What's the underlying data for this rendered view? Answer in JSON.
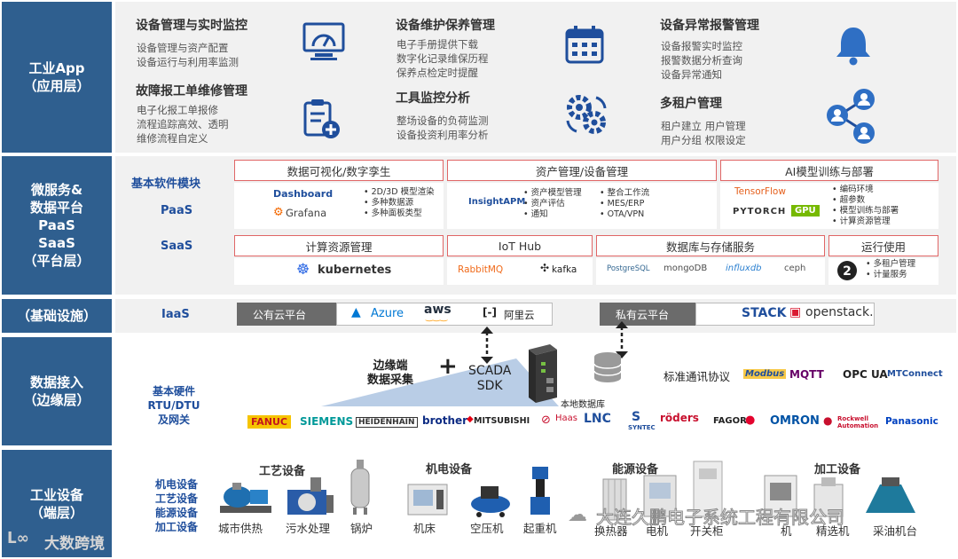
{
  "layers": {
    "app": "工业App\n（应用层）",
    "platform": "微服务&\n数据平台\nPaaS\nSaaS\n（平台层）",
    "infra": "（基础设施）",
    "edge": "数据接入\n（边缘层）",
    "device": "工业设备\n（端层）"
  },
  "apps": [
    {
      "title": "设备管理与实时监控",
      "lines": "设备管理与资产配置\n设备运行与利用率监测",
      "icon": "gauge-icon"
    },
    {
      "title": "设备维护保养管理",
      "lines": "电子手册提供下载\n数字化记录维保历程\n保养点检定时提醒",
      "icon": "calendar-icon"
    },
    {
      "title": "设备异常报警管理",
      "lines": "设备报警实时监控\n报警数据分析查询\n设备异常通知",
      "icon": "bell-icon"
    },
    {
      "title": "故障报工单维修管理",
      "lines": "电子化报工单报修\n流程追踪高效、透明\n维修流程自定义",
      "icon": "clipboard-icon"
    },
    {
      "title": "工具监控分析",
      "lines": "整场设备的负荷监测\n设备投资利用率分析",
      "icon": "gears-icon"
    },
    {
      "title": "多租户管理",
      "lines": "租户建立  用户管理\n用户分组  权限设定",
      "icon": "users-network-icon"
    }
  ],
  "platform": {
    "basic_modules": "基本软件模块",
    "paas": "PaaS",
    "saas": "SaaS",
    "viz": {
      "title": "数据可视化/数字孪生",
      "logos": [
        "Dashboard",
        "Grafana"
      ],
      "bullets": "•  2D/3D 模型渲染\n•  多种数据源\n•  多种面板类型"
    },
    "asset": {
      "title": "资产管理/设备管理",
      "logo": "InsightAPM",
      "bullets1": "•  资产模型管理\n•  资产评估\n•  通知",
      "bullets2": "•  整合工作流\n•  MES/ERP\n•  OTA/VPN"
    },
    "ai": {
      "title": "AI模型训练与部署",
      "logos": [
        "TensorFlow",
        "PYTORCH",
        "GPU"
      ],
      "bullets": "•  编码环境\n•  超参数\n•  模型训练与部署\n•  计算资源管理"
    },
    "compute": {
      "title": "计算资源管理",
      "logo": "kubernetes"
    },
    "iot": {
      "title": "IoT Hub",
      "logos": [
        "RabbitMQ",
        "kafka"
      ]
    },
    "db": {
      "title": "数据库与存储服务",
      "logos": [
        "PostgreSQL",
        "mongoDB",
        "influxdb",
        "ceph"
      ]
    },
    "ops": {
      "title": "运行使用",
      "bullets": "•  多租户管理\n•  计量服务"
    }
  },
  "infra": {
    "iaas": "IaaS",
    "public_cloud": "公有云平台",
    "public_logos": [
      "Azure",
      "aws",
      "阿里云"
    ],
    "private_cloud": "私有云平台",
    "private_logos": [
      "STACK",
      "openstack."
    ]
  },
  "edge": {
    "hardware": "基本硬件\nRTU/DTU\n及网关",
    "collect": "边缘端\n数据采集",
    "plus": "+",
    "scada": "SCADA\nSDK",
    "local_db": "本地数据库",
    "protocol_label": "标准通讯协议",
    "protocols": [
      "Modbus",
      "MQTT",
      "OPC UA",
      "MTConnect"
    ],
    "brands": [
      "FANUC",
      "SIEMENS",
      "HEIDENHAIN",
      "brother",
      "MITSUBISHI",
      "Haas",
      "LNC",
      "SYNTEC",
      "röders",
      "FAGOR",
      "OMRON",
      "Rockwell Automation",
      "Panasonic"
    ]
  },
  "devices": {
    "types": "机电设备\n工艺设备\n能源设备\n加工设备",
    "categories": [
      "工艺设备",
      "机电设备",
      "能源设备",
      "加工设备"
    ],
    "items": [
      "城市供热",
      "污水处理",
      "锅炉",
      "机床",
      "空压机",
      "起重机",
      "换热器",
      "电机",
      "开关柜",
      "机",
      "精选机",
      "采油机台"
    ]
  },
  "watermarks": {
    "company": "大连久鹏电子系统工程有限公司",
    "brand": "大数跨境"
  },
  "colors": {
    "layer_bg": "#2f5f8f",
    "accent_blue": "#1f4e9c",
    "red_border": "#e06666",
    "band_bg": "#f1f1f1"
  }
}
